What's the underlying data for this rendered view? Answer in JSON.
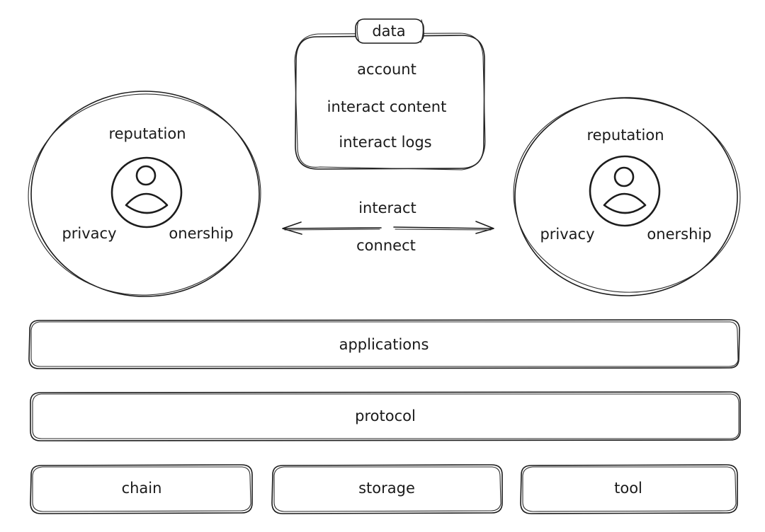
{
  "data_box": {
    "title": "data",
    "items": [
      "account",
      "interact content",
      "interact logs"
    ]
  },
  "left_user": {
    "top_label": "reputation",
    "left_label": "privacy",
    "right_label": "onership"
  },
  "right_user": {
    "top_label": "reputation",
    "left_label": "privacy",
    "right_label": "onership"
  },
  "link": {
    "top_label": "interact",
    "bottom_label": "connect"
  },
  "layers": {
    "applications": "applications",
    "protocol": "protocol",
    "base": [
      "chain",
      "storage",
      "tool"
    ]
  }
}
